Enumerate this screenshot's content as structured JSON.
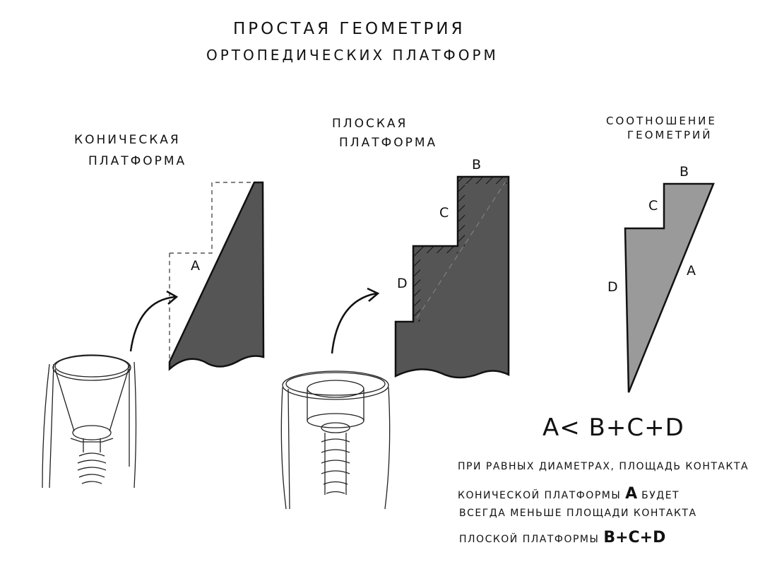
{
  "title": {
    "line1": "ПРОСТАЯ ГЕОМЕТРИЯ",
    "line2": "ОРТОПЕДИЧЕСКИХ ПЛАТФОРМ"
  },
  "conical": {
    "line1": "КОНИЧЕСКАЯ",
    "line2": "ПЛАТФОРМА",
    "label_a": "A"
  },
  "flat": {
    "line1": "ПЛОСКАЯ",
    "line2": "ПЛАТФОРМА",
    "label_b": "B",
    "label_c": "C",
    "label_d": "D"
  },
  "ratio": {
    "line1": "СООТНОШЕНИЕ",
    "line2": "ГЕОМЕТРИЙ",
    "label_a": "A",
    "label_b": "B",
    "label_c": "C",
    "label_d": "D"
  },
  "formula": "A< B+C+D",
  "note": {
    "line1": "При равных диаметрах, площадь контакта",
    "line2": "конической платформы",
    "line2_big": "A",
    "line2_end": "будет",
    "line3": "всегда меньше площади контакта",
    "line4": "плоской платформы",
    "line4_big": "B+C+D"
  },
  "colors": {
    "dark_fill": "#555555",
    "ratio_fill": "#9a9a9a",
    "ink": "#111111"
  }
}
